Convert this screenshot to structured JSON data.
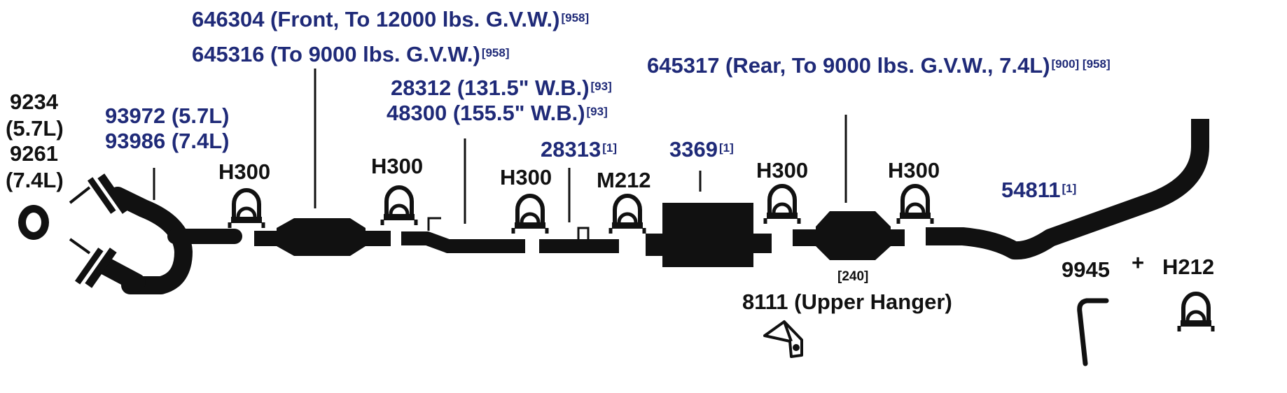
{
  "colors": {
    "part_blue": "#1f2a78",
    "part_black": "#111111",
    "background": "#ffffff"
  },
  "labels": {
    "p646304": {
      "text": "646304 (Front, To 12000 lbs. G.V.W.)",
      "note": "[958]"
    },
    "p645316": {
      "text": "645316 (To 9000 lbs. G.V.W.)",
      "note": "[958]"
    },
    "p645317": {
      "text": "645317 (Rear, To 9000 lbs. G.V.W., 7.4L)",
      "note": "[900] [958]"
    },
    "p28312": {
      "text": "28312 (131.5\" W.B.)",
      "note": "[93]"
    },
    "p48300": {
      "text": "48300 (155.5\" W.B.)",
      "note": "[93]"
    },
    "p28313": {
      "text": "28313",
      "note": "[1]"
    },
    "p3369": {
      "text": "3369",
      "note": "[1]"
    },
    "p54811": {
      "text": "54811",
      "note": "[1]"
    },
    "p93972": {
      "text": "93972 (5.7L)"
    },
    "p93986": {
      "text": "93986 (7.4L)"
    },
    "p9234": {
      "line1": "9234",
      "line2": "(5.7L)"
    },
    "p9261": {
      "line1": "9261",
      "line2": "(7.4L)"
    },
    "clamps": {
      "h300_a": "H300",
      "h300_b": "H300",
      "h300_c": "H300",
      "h300_d": "H300",
      "h300_e": "H300",
      "m212": "M212",
      "h212": "H212"
    },
    "p9945": "9945",
    "plus": "+",
    "p8111": "8111 (Upper Hanger)",
    "note240": "[240]"
  }
}
